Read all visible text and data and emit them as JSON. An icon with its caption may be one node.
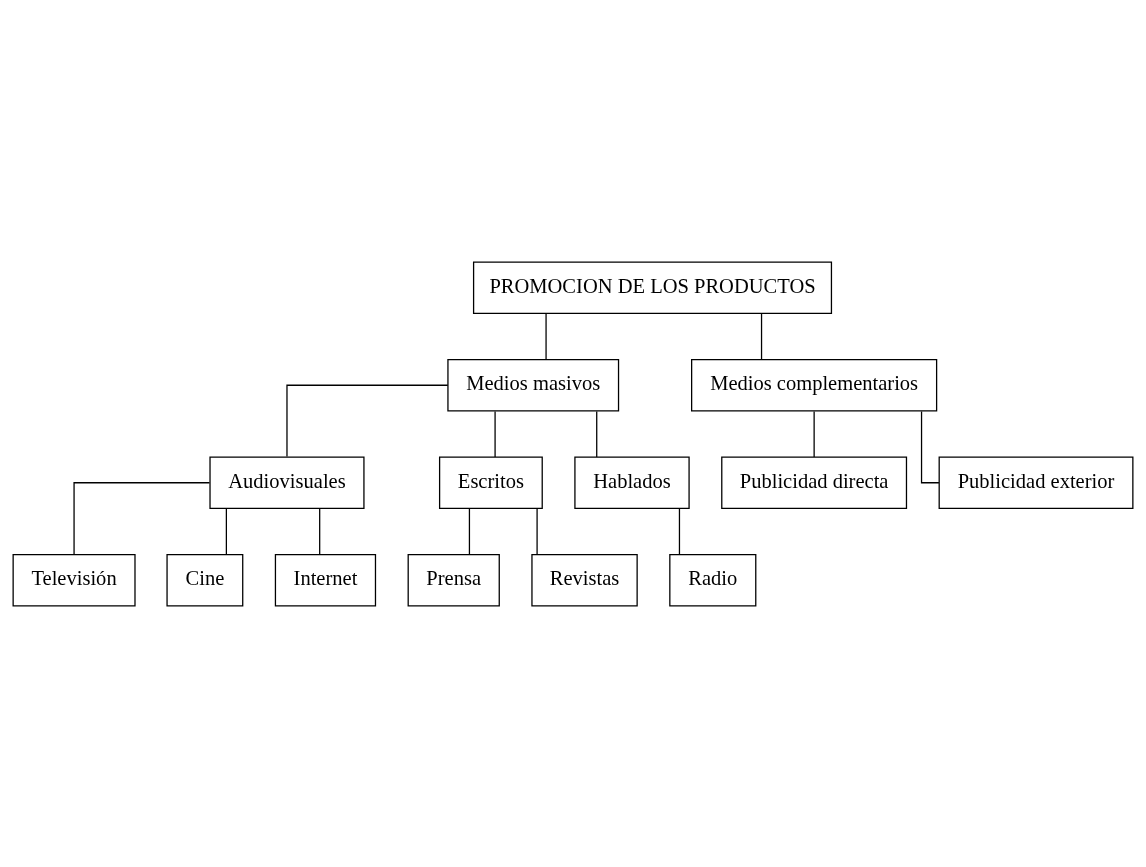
{
  "diagram": {
    "nodes": [
      {
        "text": [
          "PROMOCION DE LOS PRODUCTOS"
        ]
      },
      {
        "text": [
          "Medios masivos"
        ]
      },
      {
        "text": [
          "Medios complementarios"
        ]
      },
      {
        "text": [
          "Audiovisuales"
        ]
      },
      {
        "text": [
          "Escritos"
        ]
      },
      {
        "text": [
          "Hablados"
        ]
      },
      {
        "text": [
          "Televisión"
        ]
      },
      {
        "text": [
          "Prensa"
        ]
      },
      {
        "text": [
          "Radio"
        ]
      },
      {
        "text": [
          "Publicidad directa"
        ]
      },
      {
        "text": [
          "Publicidad exterior"
        ]
      },
      {
        "text": [
          "Cine"
        ]
      },
      {
        "text": [
          "Revistas"
        ]
      },
      {
        "text": [
          "Internet"
        ]
      }
    ],
    "edges": [
      {
        "from": 0,
        "to": 1,
        "arrow": "none"
      },
      {
        "from": 0,
        "to": 2,
        "arrow": "none"
      },
      {
        "from": 1,
        "to": 3,
        "arrow": "none"
      },
      {
        "from": 1,
        "to": 4,
        "arrow": "none"
      },
      {
        "from": 1,
        "to": 5,
        "arrow": "none"
      },
      {
        "from": 3,
        "to": 6,
        "arrow": "none"
      },
      {
        "from": 3,
        "to": 11,
        "arrow": "none"
      },
      {
        "from": 3,
        "to": 13,
        "arrow": "none"
      },
      {
        "from": 4,
        "to": 7,
        "arrow": "none"
      },
      {
        "from": 4,
        "to": 12,
        "arrow": "none"
      },
      {
        "from": 5,
        "to": 8,
        "arrow": "none"
      },
      {
        "from": 2,
        "to": 9,
        "arrow": "none"
      },
      {
        "from": 2,
        "to": 10,
        "arrow": "none"
      }
    ]
  }
}
